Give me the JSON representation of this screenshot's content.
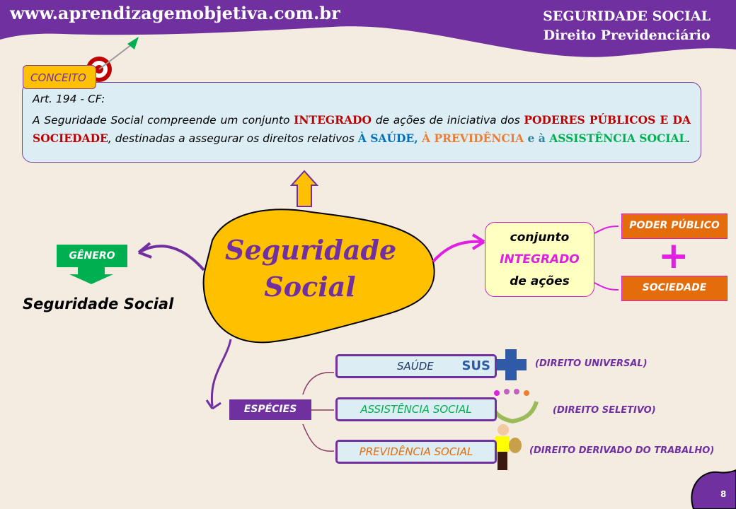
{
  "header": {
    "site": "www.aprendizagemobjetiva.com.br",
    "title": "SEGURIDADE SOCIAL",
    "subtitle": "Direito Previdenciário"
  },
  "concept": {
    "tag": "CONCEITO",
    "article": "Art. 194 - CF:",
    "t1": "A Seguridade Social compreende um conjunto ",
    "t2": "INTEGRADO",
    "t3": " de ações de iniciativa dos ",
    "t4": "PODERES PÚBLICOS E DA SOCIEDADE",
    "t5": ", destinadas a assegurar os direitos relativos ",
    "t6": "À SAÚDE",
    "t7": ", ",
    "t8": "À PREVIDÊNCIA",
    "t9": " e à ",
    "t10": "ASSISTÊNCIA SOCIAL",
    "t11": "."
  },
  "genero": {
    "label": "GÊNERO",
    "value": "Seguridade Social"
  },
  "center": {
    "line1": "Seguridade",
    "line2": "Social"
  },
  "conjunto": {
    "l1": "conjunto",
    "l2": "INTEGRADO",
    "l3": "de ações"
  },
  "actors": {
    "a": "PODER PÚBLICO",
    "plus": "+",
    "b": "SOCIEDADE"
  },
  "especies": {
    "label": "ESPÉCIES",
    "items": [
      {
        "label": "SAÚDE",
        "logo": "SUS",
        "note": "(DIREITO UNIVERSAL)",
        "color": "#1f3864"
      },
      {
        "label": "ASSISTÊNCIA SOCIAL",
        "note": "(DIREITO SELETIVO)",
        "color": "#00b050"
      },
      {
        "label": "PREVIDÊNCIA SOCIAL",
        "note": "(DIREITO DERIVADO DO TRABALHO)",
        "color": "#e46c0a"
      }
    ]
  },
  "page": "8"
}
